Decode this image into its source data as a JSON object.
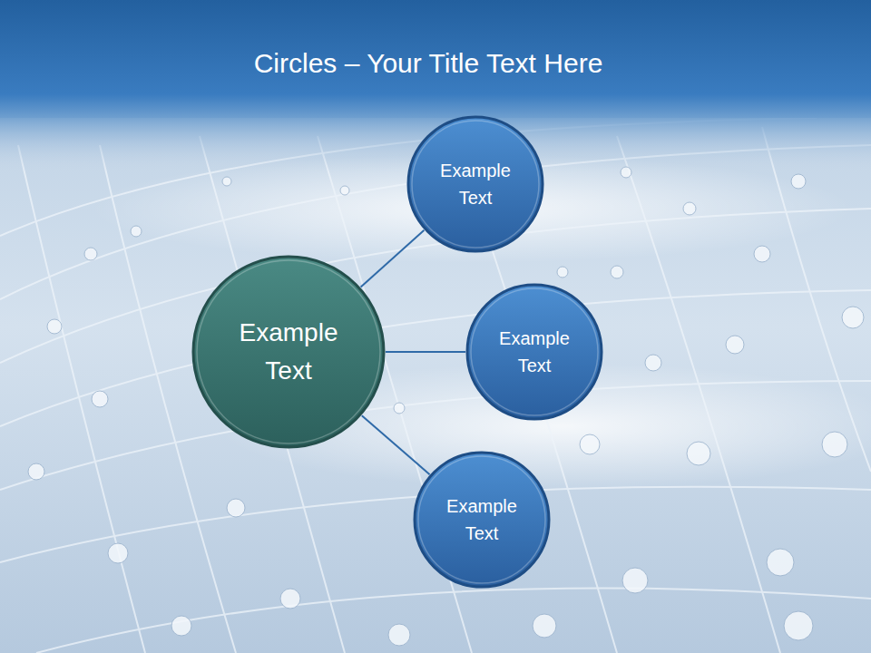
{
  "diagram": {
    "title": "Circles – Your Title Text Here",
    "nodes": [
      {
        "text": [
          "Example Text"
        ]
      },
      {
        "text": [
          "Example Text"
        ]
      },
      {
        "text": [
          "Example Text"
        ]
      },
      {
        "text": [
          "Example Text"
        ]
      }
    ],
    "edges": [
      {
        "from": 0,
        "to": 1,
        "arrow": "none"
      },
      {
        "from": 0,
        "to": 2,
        "arrow": "none"
      },
      {
        "from": 0,
        "to": 3,
        "arrow": "none"
      }
    ]
  }
}
